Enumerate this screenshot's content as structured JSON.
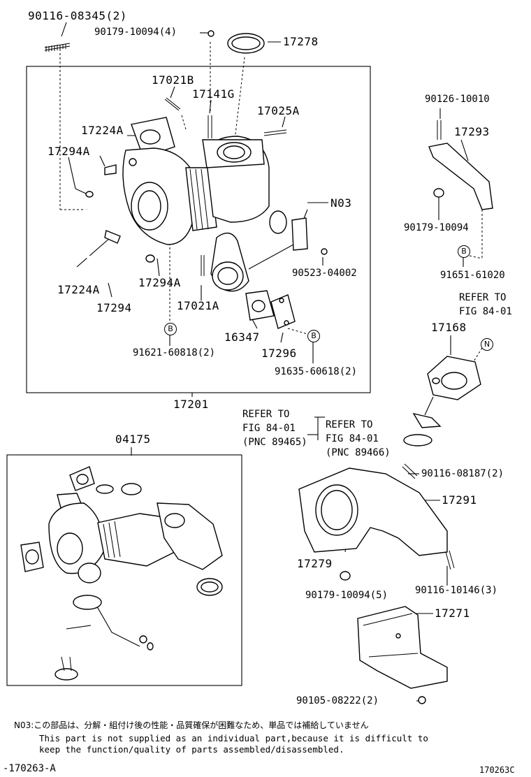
{
  "labels": {
    "p90116_08345": "90116-08345(2)",
    "p90179_10094_4": "90179-10094(4)",
    "p17278": "17278",
    "p17021B": "17021B",
    "p17141G": "17141G",
    "p17025A": "17025A",
    "p17224A_top": "17224A",
    "p17294A_top": "17294A",
    "pN03": "N03",
    "p90523": "90523-04002",
    "p17224A_bot": "17224A",
    "p17294A_bot": "17294A",
    "p17021A": "17021A",
    "p17294": "17294",
    "p16347": "16347",
    "p17296": "17296",
    "p91621": "91621-60818(2)",
    "p91635": "91635-60618(2)",
    "p17201": "17201",
    "p90126": "90126-10010",
    "p17293": "17293",
    "p90179_10094": "90179-10094",
    "p91651": "91651-61020",
    "refer1_a": "REFER TO",
    "refer1_b": "FIG 84-01",
    "p17168": "17168",
    "refer2_a": "REFER TO",
    "refer2_b": "FIG 84-01",
    "refer2_c": "(PNC 89465)",
    "refer3_a": "REFER TO",
    "refer3_b": "FIG 84-01",
    "refer3_c": "(PNC 89466)",
    "p04175": "04175",
    "p90116_08187": "90116-08187(2)",
    "p17291": "17291",
    "p17279": "17279",
    "p90179_10094_5": "90179-10094(5)",
    "p90116_10146": "90116-10146(3)",
    "p17271": "17271",
    "p90105": "90105-08222(2)"
  },
  "callouts": {
    "b": "B",
    "n": "N"
  },
  "notes": {
    "jp": "N03:この部品は、分解・組付け後の性能・品質確保が困難なため、単品では補給していません",
    "en1": "This part is not supplied as an individual part,because it is difficult to",
    "en2": "keep the function/quality of parts assembled/disassembled."
  },
  "footer": {
    "left": "-170263-A",
    "right": "170263C"
  }
}
